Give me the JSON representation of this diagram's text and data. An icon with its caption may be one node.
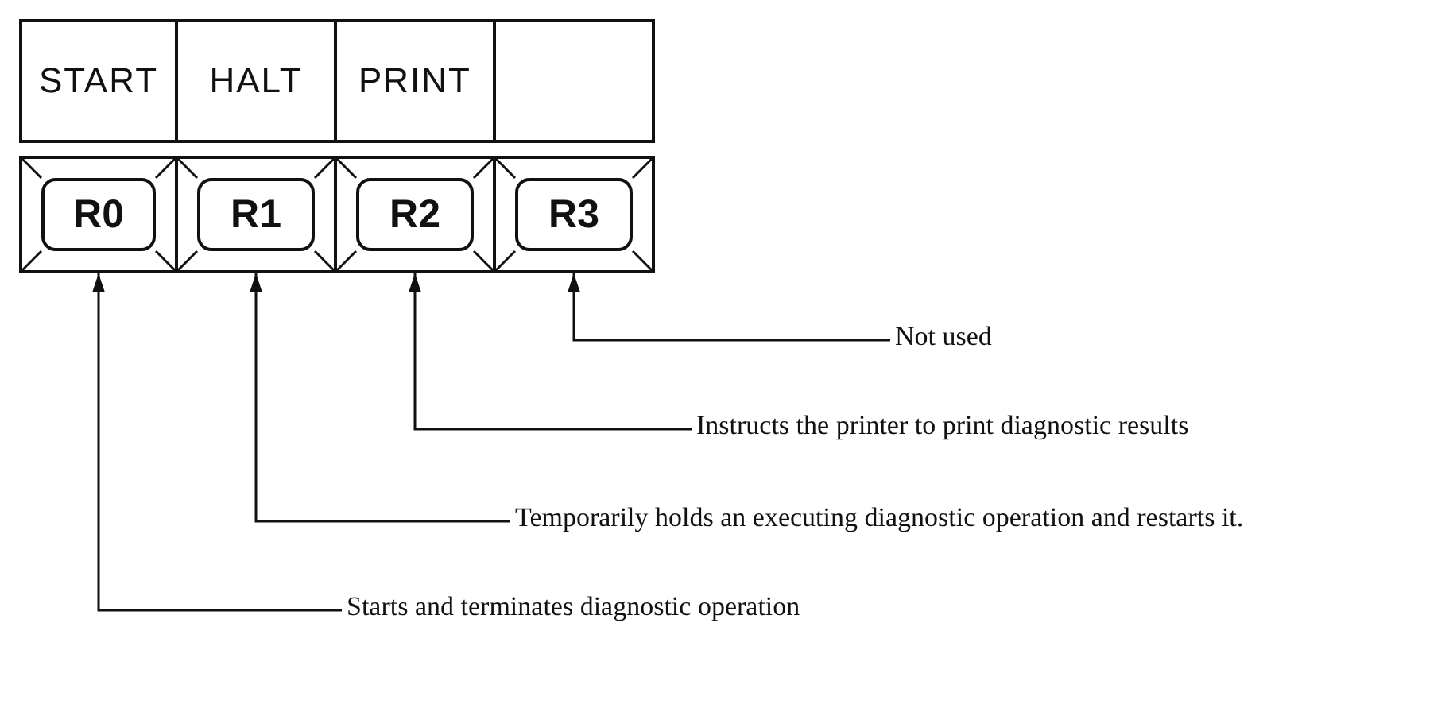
{
  "diagram": {
    "nodes": [
      {
        "text": [
          "START"
        ]
      },
      {
        "text": [
          "HALT"
        ]
      },
      {
        "text": [
          "PRINT"
        ]
      },
      {
        "text": [],
        "shape": "box"
      },
      {
        "text": [
          "R0"
        ]
      },
      {
        "text": [
          "R1"
        ]
      },
      {
        "text": [
          "R2"
        ]
      },
      {
        "text": [
          "R3"
        ]
      },
      {
        "text": [
          "Not used"
        ]
      },
      {
        "text": [
          "Instructs the printer to print diagnostic results"
        ]
      },
      {
        "text": [
          "Temporarily holds an executing diagnostic operation and restarts it."
        ]
      },
      {
        "text": [
          "Starts and terminates diagnostic operation"
        ]
      }
    ],
    "edges": [
      {
        "from": 8,
        "to": 7,
        "arrow": "to"
      },
      {
        "from": 9,
        "to": 6,
        "arrow": "to"
      },
      {
        "from": 10,
        "to": 5,
        "arrow": "to"
      },
      {
        "from": 11,
        "to": 4,
        "arrow": "to"
      }
    ]
  }
}
